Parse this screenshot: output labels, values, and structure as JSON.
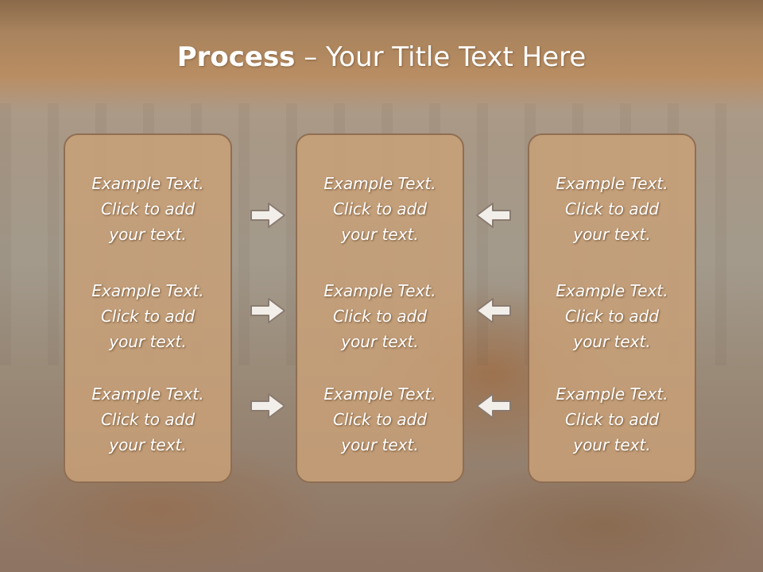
{
  "title": {
    "bold": "Process",
    "rest": " – Your Title Text Here"
  },
  "columns": [
    {
      "items": [
        [
          "Example Text.",
          "Click  to add",
          "your text."
        ],
        [
          "Example Text.",
          "Click  to add",
          "your text."
        ],
        [
          "Example Text.",
          "Click  to add",
          "your text."
        ]
      ]
    },
    {
      "items": [
        [
          "Example Text.",
          "Click  to add",
          "your text."
        ],
        [
          "Example Text.",
          "Click  to add",
          "your text."
        ],
        [
          "Example Text.",
          "Click  to add",
          "your text."
        ]
      ]
    },
    {
      "items": [
        [
          "Example Text.",
          "Click  to add",
          "your text."
        ],
        [
          "Example Text.",
          "Click  to add",
          "your text."
        ],
        [
          "Example Text.",
          "Click  to add",
          "your text."
        ]
      ]
    }
  ],
  "icons": {
    "left_arrows": "arrow-right-icon",
    "right_arrows": "arrow-left-icon"
  },
  "colors": {
    "box_fill": "#c8a078",
    "box_border": "#8f6e52",
    "header": "#b98d62",
    "text": "#ffffff"
  }
}
